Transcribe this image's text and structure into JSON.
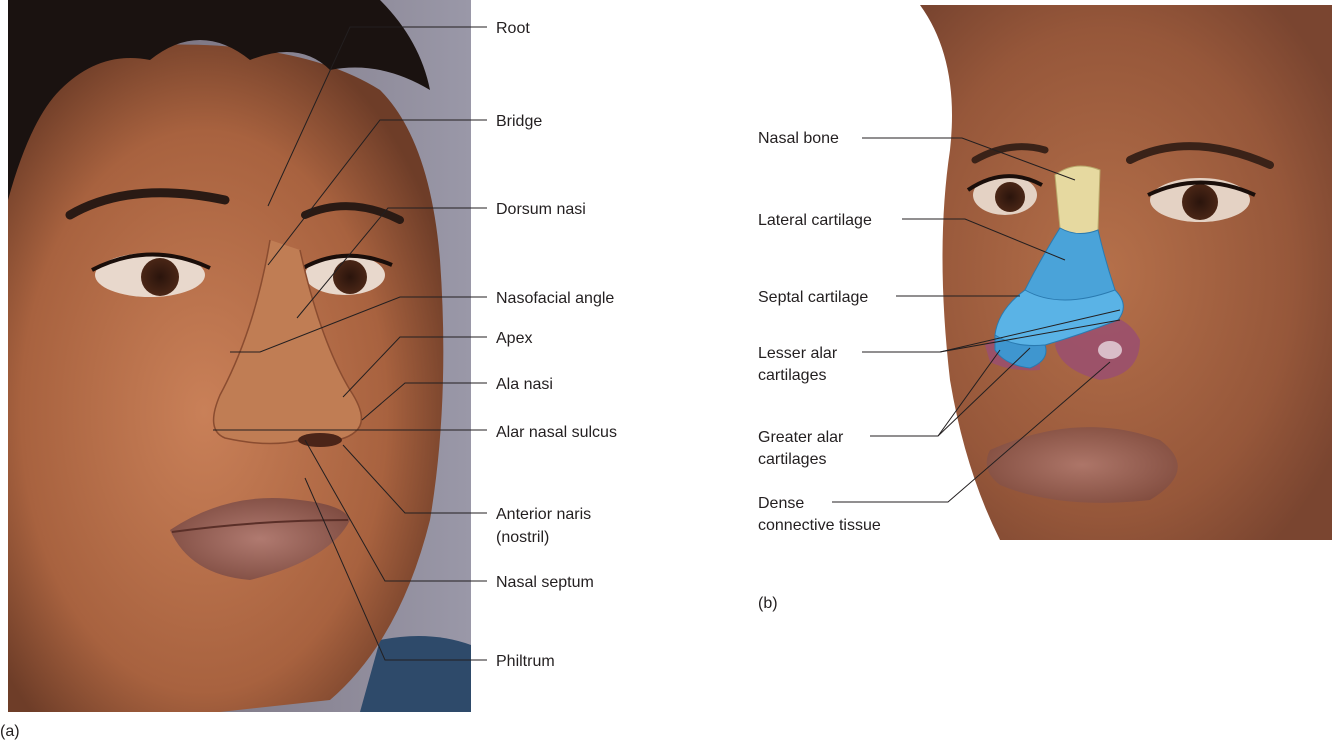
{
  "panel_a": {
    "caption": "(a)",
    "labels": {
      "root": "Root",
      "bridge": "Bridge",
      "dorsum_nasi": "Dorsum nasi",
      "nasofacial_angle": "Nasofacial angle",
      "apex": "Apex",
      "ala_nasi": "Ala nasi",
      "alar_nasal_sulcus": "Alar nasal sulcus",
      "anterior_naris_line1": "Anterior naris",
      "anterior_naris_line2": "(nostril)",
      "nasal_septum": "Nasal septum",
      "philtrum": "Philtrum"
    }
  },
  "panel_b": {
    "caption": "(b)",
    "labels": {
      "nasal_bone": "Nasal bone",
      "lateral_cartilage": "Lateral cartilage",
      "septal_cartilage": "Septal cartilage",
      "lesser_alar_line1": "Lesser alar",
      "lesser_alar_line2": "cartilages",
      "greater_alar_line1": "Greater alar",
      "greater_alar_line2": "cartilages",
      "dense_line1": "Dense",
      "dense_line2": "connective tissue"
    }
  },
  "colors": {
    "skin": "#b06a45",
    "hair": "#1a1210",
    "background_a": "#8c8a9a",
    "cartilage": "#4aa3d9",
    "nasal_bone": "#e6d9a0",
    "dense_tissue": "#a05a7a"
  }
}
